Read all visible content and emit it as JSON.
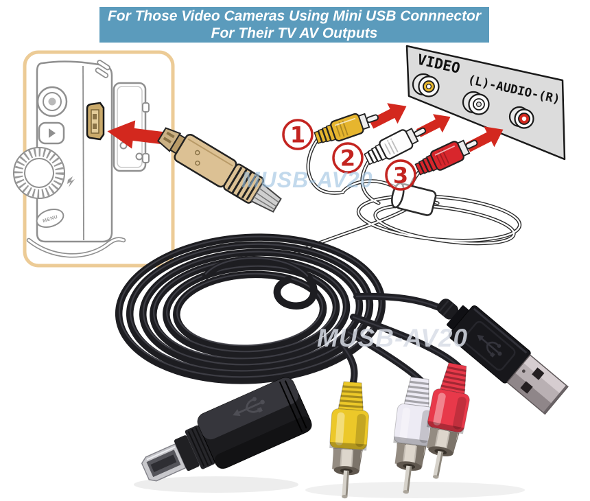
{
  "banner": {
    "line1": "For Those Video Cameras Using Mini USB Connnector",
    "line2": "For Their TV AV Outputs",
    "bg_color": "#5b9bbc",
    "text_color": "#ffffff"
  },
  "camera_diagram": {
    "menu_label": "MENU",
    "frame_color": "#eccb96",
    "port_color": "#c9a96a"
  },
  "av_panel": {
    "video_label": "VIDEO",
    "audio_label": "(L)-AUDIO-(R)",
    "bg_color": "#dcdcdc",
    "jacks": [
      {
        "name": "video-jack",
        "color": "#e8b830"
      },
      {
        "name": "audio-left-jack",
        "color": "#ffffff"
      },
      {
        "name": "audio-right-jack",
        "color": "#d3281e"
      }
    ]
  },
  "callouts": {
    "steps": [
      "1",
      "2",
      "3"
    ],
    "circle_color": "#c32420",
    "arrow_color": "#d3281e"
  },
  "watermark": {
    "text": "MUSB-AV20",
    "top_color": "#9abfe0",
    "bottom_color": "#d8dde6"
  },
  "connector_colors": {
    "rca_yellow": "#ecc829",
    "rca_white": "#edebf4",
    "rca_red": "#e8394a",
    "mini_usb_gold": "#dcc194",
    "cable_black": "#1d1d21"
  }
}
